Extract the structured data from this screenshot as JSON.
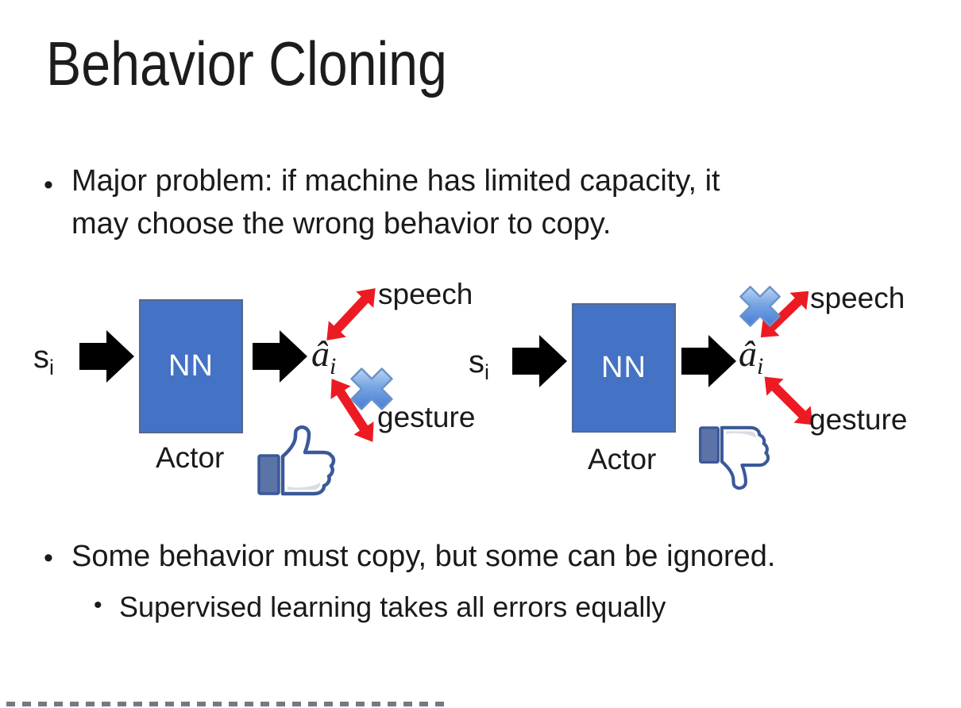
{
  "slide_title": "Behavior Cloning",
  "bullets": {
    "marker": "•",
    "b1_line1": "Major problem: if machine has limited capacity, it",
    "b1_line2": "may choose the wrong behavior to copy.",
    "b2": "Some behavior must copy, but some can be ignored.",
    "b2_sub": "Supervised learning takes all errors equally"
  },
  "diagram": {
    "left": {
      "input": "s",
      "input_sub": "i",
      "nn_label": "NN",
      "actor_label": "Actor",
      "output": "â",
      "output_sub": "i",
      "top_action": "speech",
      "bottom_action": "gesture",
      "crossed_action": "gesture",
      "feedback_icon": "thumbs-up"
    },
    "right": {
      "input": "s",
      "input_sub": "i",
      "nn_label": "NN",
      "actor_label": "Actor",
      "output": "â",
      "output_sub": "i",
      "top_action": "speech",
      "bottom_action": "gesture",
      "crossed_action": "speech",
      "feedback_icon": "thumbs-down"
    }
  },
  "colors": {
    "nn_box_fill": "#4472C4",
    "nn_box_border": "#54688e",
    "arrow_black": "#000000",
    "arrow_red": "#EC1B23",
    "cross_blue": "#3A72D4",
    "fb_navy": "#3B5998",
    "fb_cuff": "#5C73A8",
    "text": "#1a1a1a"
  }
}
